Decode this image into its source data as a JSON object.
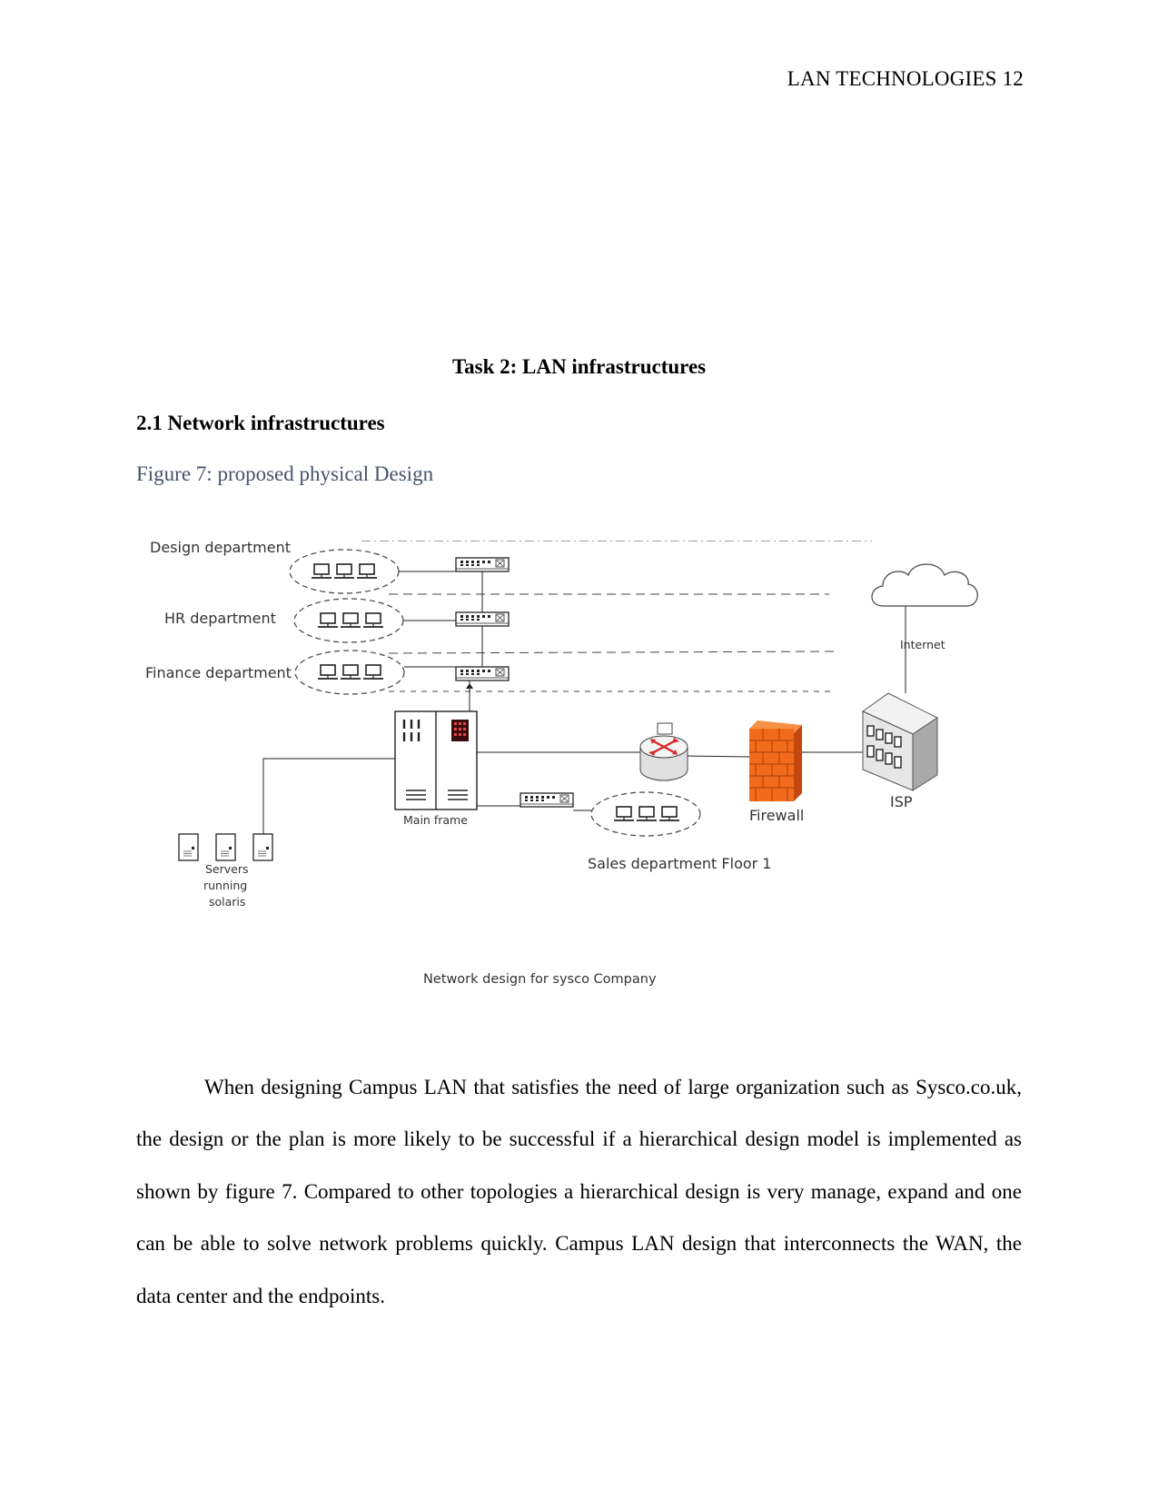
{
  "header": {
    "running_title": "LAN TECHNOLOGIES 12"
  },
  "task_title": "Task 2: LAN infrastructures",
  "section_heading": "2.1 Network infrastructures",
  "figure_caption": "Figure 7: proposed physical Design",
  "diagram": {
    "labels": {
      "design_department": "Design department",
      "hr_department": "HR department",
      "finance_department": "Finance department",
      "main_frame": "Main frame",
      "servers_line1": "Servers",
      "servers_line2": "running",
      "servers_line3": "solaris",
      "sales_department": "Sales department Floor 1",
      "firewall": "Firewall",
      "isp": "ISP",
      "internet": "Internet",
      "bottom_caption": "Network design for sysco Company"
    },
    "colors": {
      "firewall": "#f26a1b",
      "router_arrows": "#d9282f",
      "mainframe_panel": "#8b1a1a",
      "caption": "#44546a"
    }
  },
  "body_paragraph": "When designing Campus LAN that satisfies the need of large organization such as Sysco.co.uk, the design or the plan is more likely to be successful if a hierarchical design model is implemented as shown by figure 7. Compared to other topologies a hierarchical design is very manage, expand and one can be able to solve network problems quickly. Campus LAN design that interconnects the WAN, the data center and the endpoints."
}
